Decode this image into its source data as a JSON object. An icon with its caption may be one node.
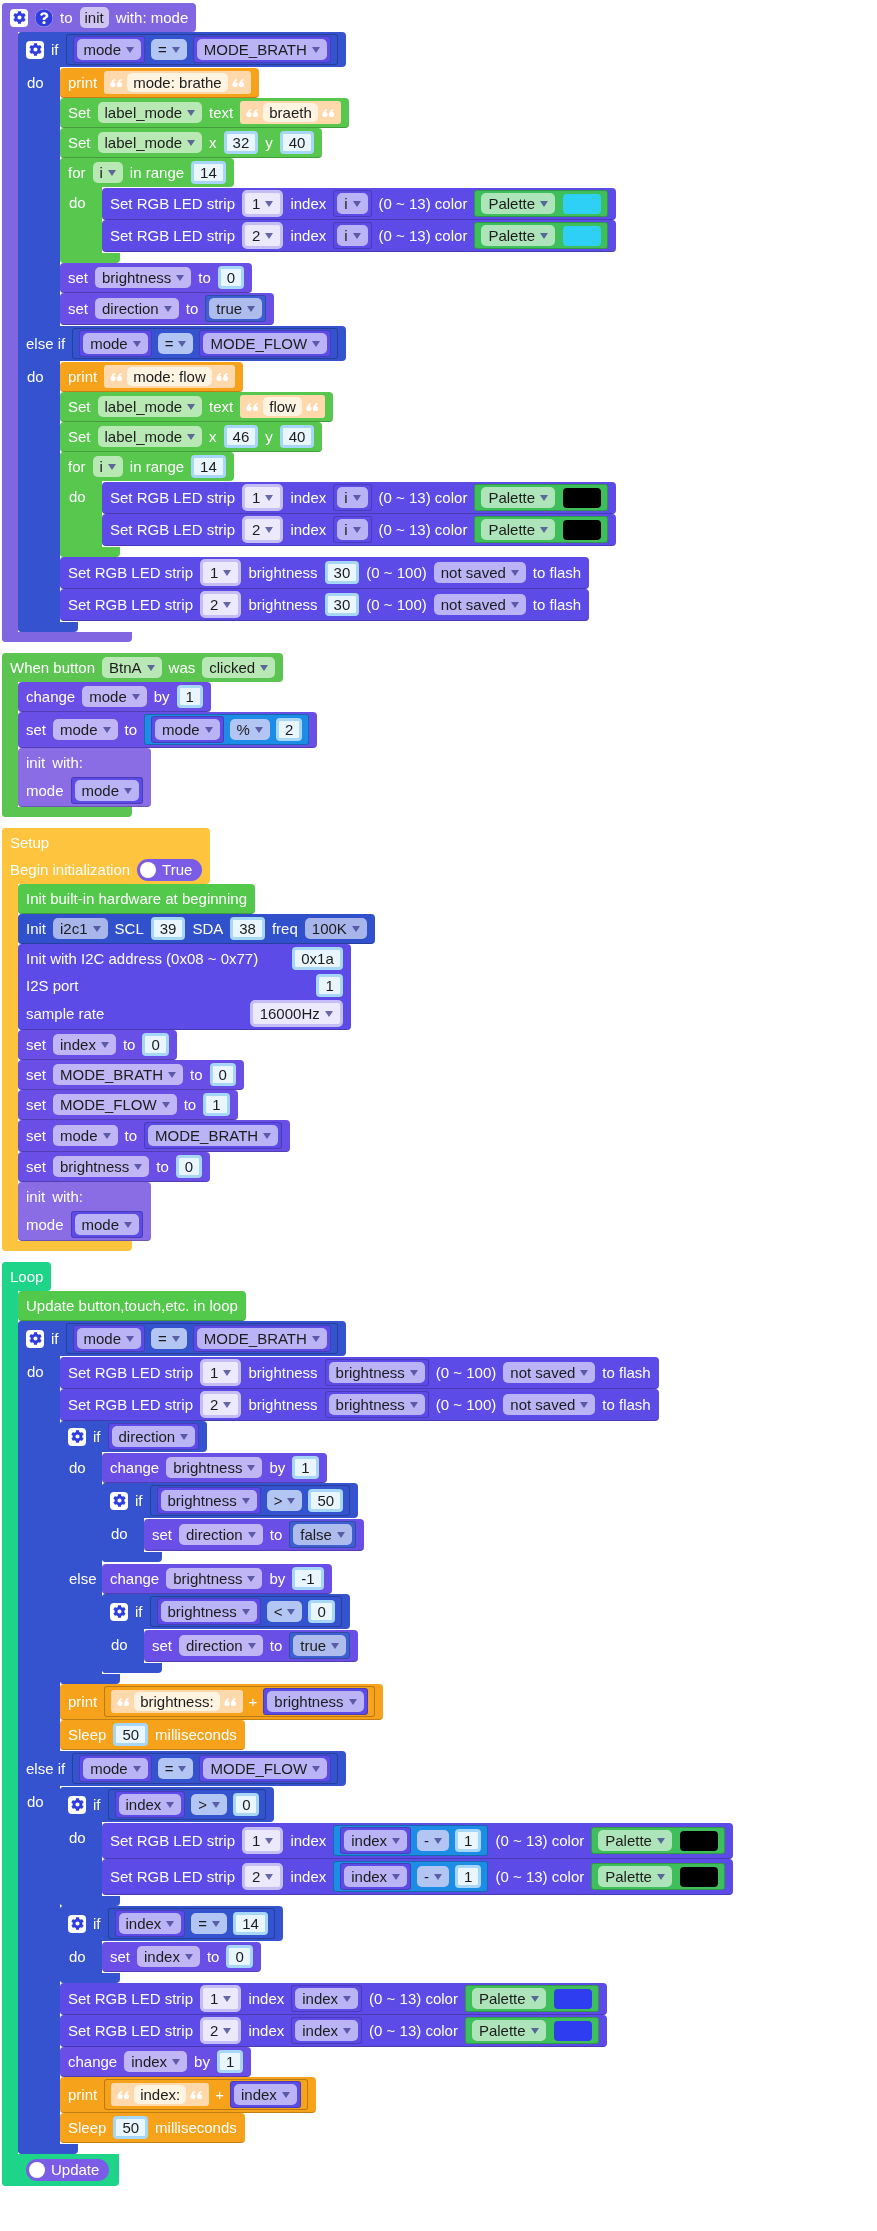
{
  "diagram": {
    "nodes": [
      {
        "text": [
          "to",
          "init",
          "with: mode"
        ]
      },
      {
        "text": [
          "if",
          "mode",
          "=",
          "MODE_BRATH"
        ],
        "in": 0
      },
      {
        "text": [
          "do"
        ],
        "in": 1
      },
      {
        "text": [
          "print",
          "mode: brathe"
        ],
        "in": 2
      },
      {
        "text": [
          "Set",
          "label_mode",
          "text",
          "braeth"
        ],
        "in": 2
      },
      {
        "text": [
          "Set",
          "label_mode",
          "x",
          "32",
          "y",
          "40"
        ],
        "in": 2
      },
      {
        "text": [
          "for",
          "i",
          "in range",
          "14"
        ],
        "in": 2
      },
      {
        "text": [
          "do"
        ],
        "in": 6
      },
      {
        "text": [
          "Set RGB LED strip",
          "1",
          "index",
          "i",
          "(0 ~ 13) color",
          "Palette"
        ],
        "in": 7
      },
      {
        "text": [
          "Set RGB LED strip",
          "2",
          "index",
          "i",
          "(0 ~ 13) color",
          "Palette"
        ],
        "in": 7
      },
      {
        "text": [
          "set",
          "brightness",
          "to",
          "0"
        ],
        "in": 2
      },
      {
        "text": [
          "set",
          "direction",
          "to",
          "true"
        ],
        "in": 2
      },
      {
        "text": [
          "else if",
          "mode",
          "=",
          "MODE_FLOW",
          "do"
        ],
        "in": 1
      },
      {
        "text": [
          "print",
          "mode: flow"
        ],
        "in": 12
      },
      {
        "text": [
          "Set",
          "label_mode",
          "text",
          "flow"
        ],
        "in": 12
      },
      {
        "text": [
          "Set",
          "label_mode",
          "x",
          "46",
          "y",
          "40"
        ],
        "in": 12
      },
      {
        "text": [
          "for",
          "i",
          "in range",
          "14"
        ],
        "in": 12
      },
      {
        "text": [
          "do"
        ],
        "in": 16
      },
      {
        "text": [
          "Set RGB LED strip",
          "1",
          "index",
          "i",
          "(0 ~ 13) color",
          "Palette"
        ],
        "in": 17
      },
      {
        "text": [
          "Set RGB LED strip",
          "2",
          "index",
          "i",
          "(0 ~ 13) color",
          "Palette"
        ],
        "in": 17
      },
      {
        "text": [
          "Set RGB LED strip",
          "1",
          "brightness",
          "30",
          "(0 ~ 100)",
          "not saved",
          "to flash"
        ],
        "in": 12
      },
      {
        "text": [
          "Set RGB LED strip",
          "2",
          "brightness",
          "30",
          "(0 ~ 100)",
          "not saved",
          "to flash"
        ],
        "in": 12
      },
      {
        "text": [
          "When button",
          "BtnA",
          "was",
          "clicked"
        ]
      },
      {
        "text": [
          "change",
          "mode",
          "by",
          "1"
        ],
        "in": 22
      },
      {
        "text": [
          "set",
          "mode",
          "to",
          "mode",
          "%",
          "2"
        ],
        "in": 22
      },
      {
        "text": [
          "init",
          "with:",
          "mode",
          "mode"
        ],
        "in": 22
      },
      {
        "text": [
          "Setup",
          "Begin initialization",
          "True"
        ]
      },
      {
        "text": [
          "Init built-in hardware at beginning"
        ],
        "in": 26
      },
      {
        "text": [
          "Init",
          "i2c1",
          "SCL",
          "39",
          "SDA",
          "38",
          "freq",
          "100K"
        ],
        "in": 26
      },
      {
        "text": [
          "Init with I2C address (0x08 ~ 0x77)",
          "0x1a",
          "I2S port",
          "1",
          "sample rate",
          "16000Hz"
        ],
        "in": 26
      },
      {
        "text": [
          "set",
          "index",
          "to",
          "0"
        ],
        "in": 26
      },
      {
        "text": [
          "set",
          "MODE_BRATH",
          "to",
          "0"
        ],
        "in": 26
      },
      {
        "text": [
          "set",
          "MODE_FLOW",
          "to",
          "1"
        ],
        "in": 26
      },
      {
        "text": [
          "set",
          "mode",
          "to",
          "MODE_BRATH"
        ],
        "in": 26
      },
      {
        "text": [
          "set",
          "brightness",
          "to",
          "0"
        ],
        "in": 26
      },
      {
        "text": [
          "init",
          "with:",
          "mode",
          "mode"
        ],
        "in": 26
      },
      {
        "text": [
          "Loop",
          "Update"
        ]
      },
      {
        "text": [
          "Update button,touch,etc. in loop"
        ],
        "in": 36
      },
      {
        "text": [
          "if",
          "mode",
          "=",
          "MODE_BRATH"
        ],
        "in": 36
      },
      {
        "text": [
          "do"
        ],
        "in": 38
      },
      {
        "text": [
          "Set RGB LED strip",
          "1",
          "brightness",
          "brightness",
          "(0 ~ 100)",
          "not saved",
          "to flash"
        ],
        "in": 39
      },
      {
        "text": [
          "Set RGB LED strip",
          "2",
          "brightness",
          "brightness",
          "(0 ~ 100)",
          "not saved",
          "to flash"
        ],
        "in": 39
      },
      {
        "text": [
          "if",
          "direction"
        ],
        "in": 39
      },
      {
        "text": [
          "do"
        ],
        "in": 42
      },
      {
        "text": [
          "change",
          "brightness",
          "by",
          "1"
        ],
        "in": 43
      },
      {
        "text": [
          "if",
          "brightness",
          ">",
          "50"
        ],
        "in": 43
      },
      {
        "text": [
          "do"
        ],
        "in": 45
      },
      {
        "text": [
          "set",
          "direction",
          "to",
          "false"
        ],
        "in": 46
      },
      {
        "text": [
          "else"
        ],
        "in": 42
      },
      {
        "text": [
          "change",
          "brightness",
          "by",
          "-1"
        ],
        "in": 48
      },
      {
        "text": [
          "if",
          "brightness",
          "<",
          "0"
        ],
        "in": 48
      },
      {
        "text": [
          "do"
        ],
        "in": 50
      },
      {
        "text": [
          "set",
          "direction",
          "to",
          "true"
        ],
        "in": 51
      },
      {
        "text": [
          "print",
          "brightness:",
          "+",
          "brightness"
        ],
        "in": 39
      },
      {
        "text": [
          "Sleep",
          "50",
          "milliseconds"
        ],
        "in": 39
      },
      {
        "text": [
          "else if",
          "mode",
          "=",
          "MODE_FLOW",
          "do"
        ],
        "in": 38
      },
      {
        "text": [
          "if",
          "index",
          ">",
          "0"
        ],
        "in": 55
      },
      {
        "text": [
          "do"
        ],
        "in": 56
      },
      {
        "text": [
          "Set RGB LED strip",
          "1",
          "index",
          "index",
          "-",
          "1",
          "(0 ~ 13) color",
          "Palette"
        ],
        "in": 57
      },
      {
        "text": [
          "Set RGB LED strip",
          "2",
          "index",
          "index",
          "-",
          "1",
          "(0 ~ 13) color",
          "Palette"
        ],
        "in": 57
      },
      {
        "text": [
          "if",
          "index",
          "=",
          "14"
        ],
        "in": 55
      },
      {
        "text": [
          "do"
        ],
        "in": 60
      },
      {
        "text": [
          "set",
          "index",
          "to",
          "0"
        ],
        "in": 61
      },
      {
        "text": [
          "Set RGB LED strip",
          "1",
          "index",
          "index",
          "(0 ~ 13) color",
          "Palette"
        ],
        "in": 55
      },
      {
        "text": [
          "Set RGB LED strip",
          "2",
          "index",
          "index",
          "(0 ~ 13) color",
          "Palette"
        ],
        "in": 55
      },
      {
        "text": [
          "change",
          "index",
          "by",
          "1"
        ],
        "in": 55
      },
      {
        "text": [
          "print",
          "index:",
          "+",
          "index"
        ],
        "in": 55
      },
      {
        "text": [
          "Sleep",
          "50",
          "milliseconds"
        ],
        "in": 55
      }
    ]
  }
}
